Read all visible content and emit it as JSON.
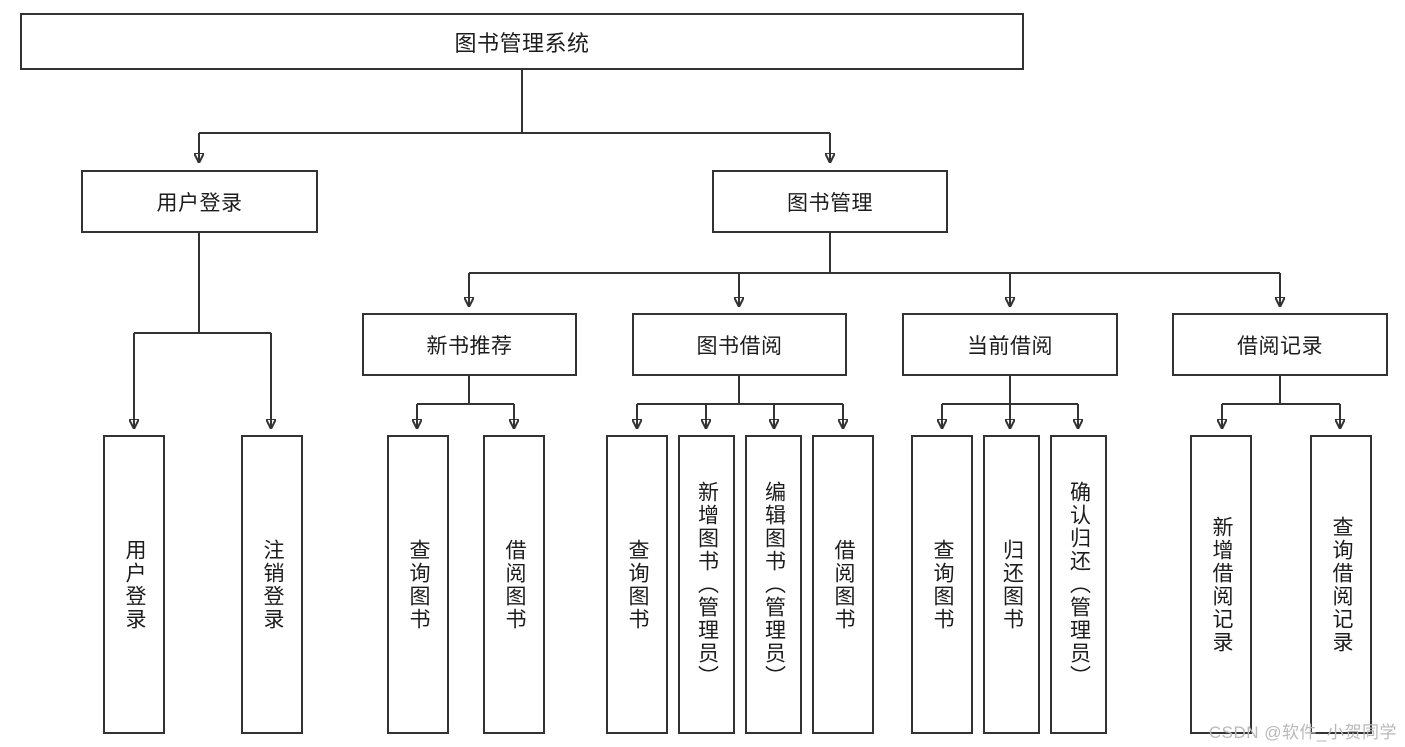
{
  "diagram": {
    "type": "tree",
    "title": "图书管理系统",
    "watermark": "CSDN @软件_小贺同学",
    "colors": {
      "stroke": "#333333",
      "fill": "#ffffff",
      "text": "#1c1c1c",
      "watermark": "#b9b9b9"
    },
    "nodes": {
      "root": {
        "label": "图书管理系统"
      },
      "level1": [
        {
          "label": "用户登录"
        },
        {
          "label": "图书管理"
        }
      ],
      "level2": [
        {
          "label": "新书推荐"
        },
        {
          "label": "图书借阅"
        },
        {
          "label": "当前借阅"
        },
        {
          "label": "借阅记录"
        }
      ],
      "leaves": {
        "user_login": [
          {
            "label": "用户登录"
          },
          {
            "label": "注销登录"
          }
        ],
        "new_book": [
          {
            "label": "查询图书"
          },
          {
            "label": "借阅图书"
          }
        ],
        "book_borrow": [
          {
            "label": "查询图书"
          },
          {
            "label": "新增图书（管理员）"
          },
          {
            "label": "编辑图书（管理员）"
          },
          {
            "label": "借阅图书"
          }
        ],
        "current_borrow": [
          {
            "label": "查询图书"
          },
          {
            "label": "归还图书"
          },
          {
            "label": "确认归还（管理员）"
          }
        ],
        "borrow_record": [
          {
            "label": "新增借阅记录"
          },
          {
            "label": "查询借阅记录"
          }
        ]
      }
    }
  }
}
